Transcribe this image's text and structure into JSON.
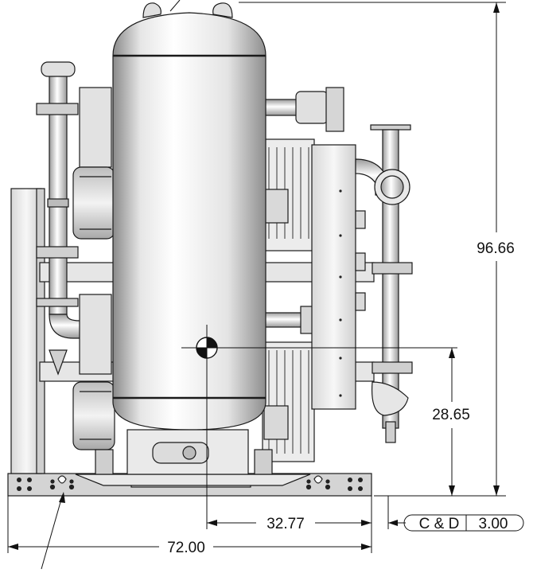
{
  "dimensions": {
    "overall_height": "96.66",
    "cg_height": "28.65",
    "cg_offset": "32.77",
    "overall_width": "72.00",
    "clearance_label": "C & D",
    "clearance_value": "3.00"
  },
  "colors": {
    "background": "#ffffff",
    "line": "#111111",
    "metal_light": "#f2f2f2",
    "metal_mid": "#cfcfcf",
    "metal_dark": "#7a7a7a"
  }
}
